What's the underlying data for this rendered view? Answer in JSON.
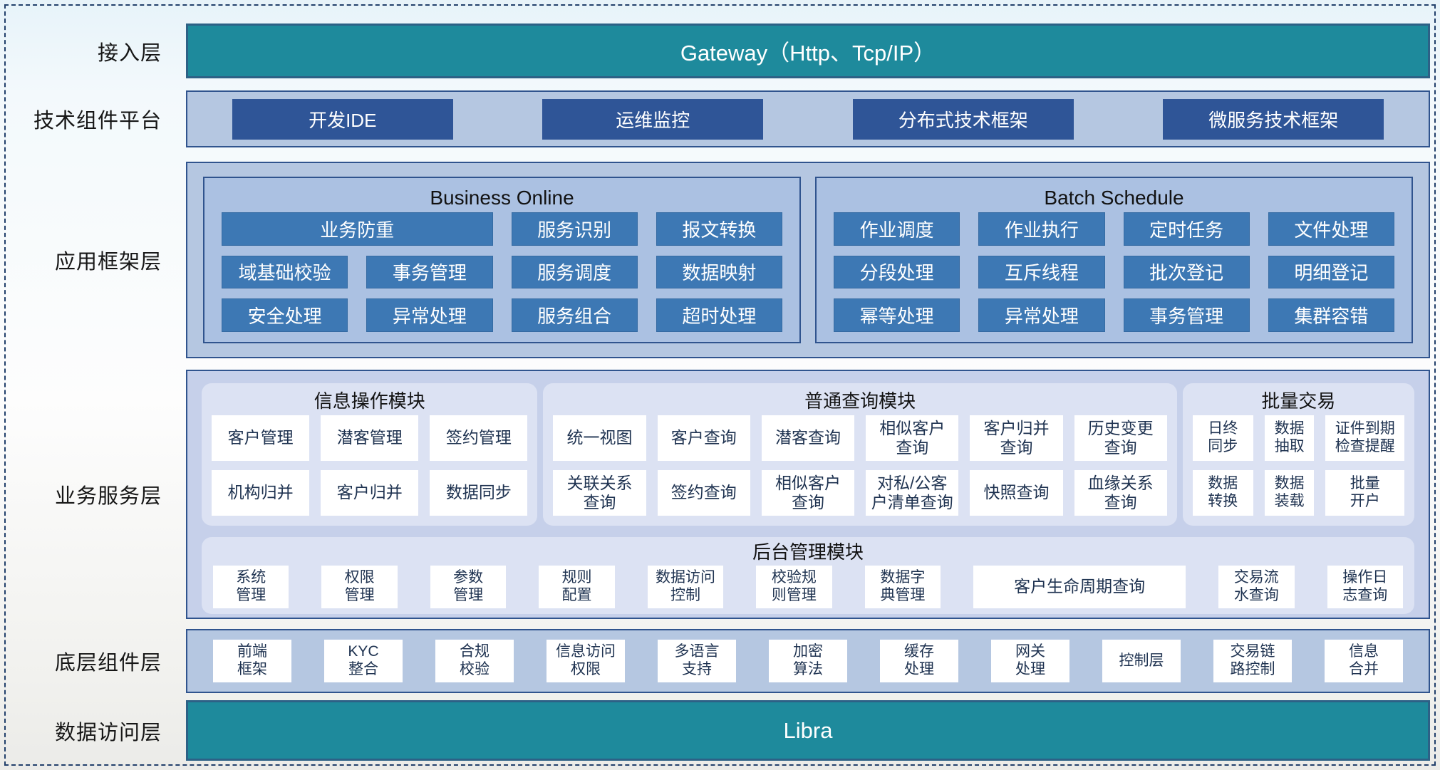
{
  "colors": {
    "teal_bar": "#1e8a9c",
    "dark_blue_button": "#2f5597",
    "mid_blue_button": "#3d78b4",
    "panel_light_blue": "#b5c7e1",
    "service_panel": "#c6d0ea",
    "module_box": "#dce2f3",
    "border_navy": "#30548e",
    "dashed_border": "#22406b"
  },
  "layers": {
    "access": {
      "label": "接入层",
      "bar_text": "Gateway（Http、Tcp/IP）"
    },
    "tech": {
      "label": "技术组件平台",
      "buttons": [
        "开发IDE",
        "运维监控",
        "分布式技术框架",
        "微服务技术框架"
      ]
    },
    "app": {
      "label": "应用框架层",
      "groups": [
        {
          "title": "Business Online",
          "items": [
            {
              "label": "业务防重",
              "span": 2
            },
            {
              "label": "服务识别"
            },
            {
              "label": "报文转换"
            },
            {
              "label": "域基础校验"
            },
            {
              "label": "事务管理"
            },
            {
              "label": "服务调度"
            },
            {
              "label": "数据映射"
            },
            {
              "label": "安全处理"
            },
            {
              "label": "异常处理"
            },
            {
              "label": "服务组合"
            },
            {
              "label": "超时处理"
            }
          ]
        },
        {
          "title": "Batch Schedule",
          "items": [
            {
              "label": "作业调度"
            },
            {
              "label": "作业执行"
            },
            {
              "label": "定时任务"
            },
            {
              "label": "文件处理"
            },
            {
              "label": "分段处理"
            },
            {
              "label": "互斥线程"
            },
            {
              "label": "批次登记"
            },
            {
              "label": "明细登记"
            },
            {
              "label": "幂等处理"
            },
            {
              "label": "异常处理"
            },
            {
              "label": "事务管理"
            },
            {
              "label": "集群容错"
            }
          ]
        }
      ]
    },
    "service": {
      "label": "业务服务层",
      "modules": [
        {
          "name": "信息操作模块",
          "cells": [
            "客户管理",
            "潜客管理",
            "签约管理",
            "机构归并",
            "客户归并",
            "数据同步"
          ]
        },
        {
          "name": "普通查询模块",
          "cells": [
            "统一视图",
            "客户查询",
            "潜客查询",
            "相似客户\n查询",
            "客户归并\n查询",
            "历史变更\n查询",
            "关联关系\n查询",
            "签约查询",
            "相似客户\n查询",
            "对私/公客\n户清单查询",
            "快照查询",
            "血缘关系\n查询"
          ]
        },
        {
          "name": "批量交易",
          "cells": [
            "日终\n同步",
            "数据\n抽取",
            "证件到期\n检查提醒",
            "数据\n转换",
            "数据\n装载",
            "批量\n开户"
          ]
        }
      ],
      "admin": {
        "name": "后台管理模块",
        "cells": [
          {
            "label": "系统\n管理"
          },
          {
            "label": "权限\n管理"
          },
          {
            "label": "参数\n管理"
          },
          {
            "label": "规则\n配置"
          },
          {
            "label": "数据访问\n控制"
          },
          {
            "label": "校验规\n则管理"
          },
          {
            "label": "数据字\n典管理"
          },
          {
            "label": "客户生命周期查询",
            "wide": true
          },
          {
            "label": "交易流\n水查询"
          },
          {
            "label": "操作日\n志查询"
          }
        ]
      }
    },
    "base": {
      "label": "底层组件层",
      "cells": [
        "前端\n框架",
        "KYC\n整合",
        "合规\n校验",
        "信息访问\n权限",
        "多语言\n支持",
        "加密\n算法",
        "缓存\n处理",
        "网关\n处理",
        "控制层",
        "交易链\n路控制",
        "信息\n合并"
      ]
    },
    "data": {
      "label": "数据访问层",
      "bar_text": "Libra"
    }
  }
}
